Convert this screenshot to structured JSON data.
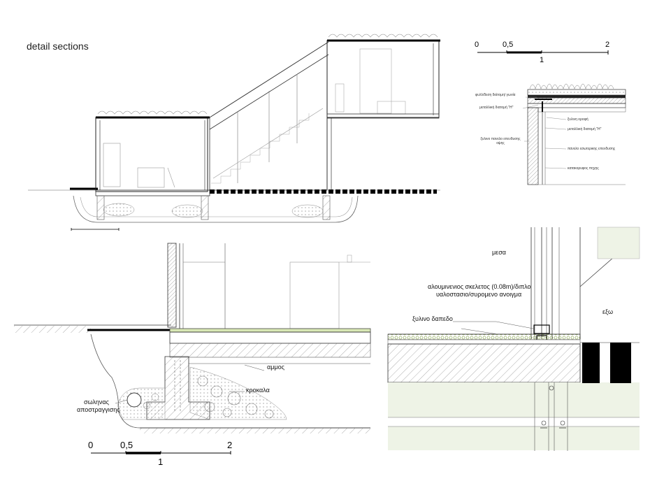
{
  "title": "detail sections",
  "scale_top_right": {
    "n0": "0",
    "n05": "0,5",
    "n1": "1",
    "n2": "2"
  },
  "scale_bottom_left": {
    "n0": "0",
    "n05": "0,5",
    "n1": "1",
    "n2": "2"
  },
  "wall_detail_labels": [
    "φυλλ/δεση διάτομη/ γωνία",
    "μεταλλική διατομή \"Η\"",
    "ξυλινη οροφή",
    "μεταλλική διατομή \"Η\"",
    "ξυλινο πανελο επενδυσης οψης",
    "πανελο εσωτερικης επενδυσης",
    "κατακορυφος πηχης"
  ],
  "foundation_labels": {
    "sand": "αμμος",
    "gravel": "κροκαλα",
    "drain_line1": "σωληνας",
    "drain_line2": "αποστραγγισης"
  },
  "floor_labels": {
    "inside": "μεσα",
    "frame_line1": "αλουμινενιος σκελετος (0.08m)/διπλο",
    "frame_line2": "υαλοστασιο/συρομενο ανοιγμα",
    "wood_floor": "ξυλινο δαπεδο",
    "outside": "εξω"
  }
}
